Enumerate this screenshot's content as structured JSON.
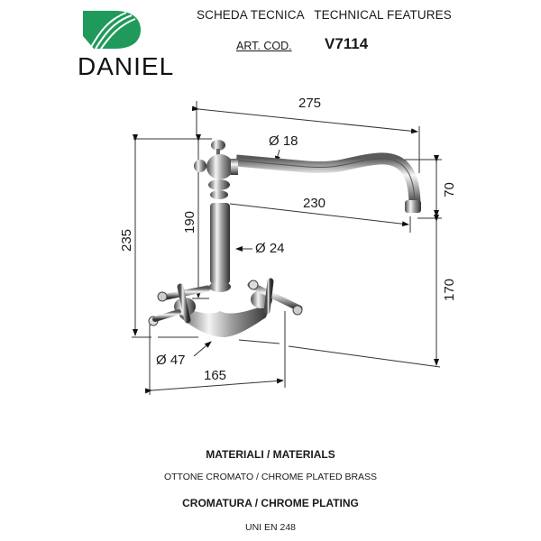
{
  "header": {
    "brand": "DANIEL",
    "title": "SCHEDA TECNICA   TECHNICAL FEATURES",
    "art_label": "ART. COD.",
    "art_code": "V7114"
  },
  "drawing": {
    "dimensions": {
      "overall_reach": "275",
      "spout_diameter": "Ø 18",
      "spout_reach": "230",
      "spout_drop": "70",
      "body_height": "190",
      "overall_height": "235",
      "column_diameter": "Ø 24",
      "spout_clearance": "170",
      "base_diameter": "Ø 47",
      "handle_span": "165"
    }
  },
  "specs": {
    "materials_heading": "MATERIALI / MATERIALS",
    "materials_value": "OTTONE CROMATO  / CHROME PLATED BRASS",
    "plating_heading": "CROMATURA / CHROME PLATING",
    "plating_value": "UNI EN 248"
  },
  "colors": {
    "logo_green": "#1f9a5a",
    "text": "#1a1a1a",
    "chrome_dark": "#3a3a3a",
    "chrome_light": "#e8e8e8"
  }
}
